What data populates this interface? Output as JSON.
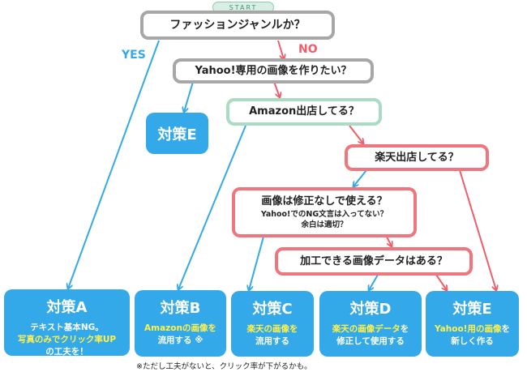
{
  "start_label": "START",
  "branch_labels": {
    "yes": "YES",
    "no": "NO"
  },
  "questions": {
    "q1": "ファッションジャンルか？",
    "q2": "Yahoo!専用の画像を作りたい？",
    "q3": "Amazon出店してる？",
    "q4": "楽天出店してる？",
    "q5": {
      "main": "画像は修正なしで使える？",
      "sub1": "Yahoo!でのNG文言は入ってない？",
      "sub2": "余白は適切？"
    },
    "q6": "加工できる画像データはある？"
  },
  "strategy_e_small": "対策E",
  "results": {
    "a": {
      "title": "対策A",
      "line1": "テキスト基本NG。",
      "line2": "写真のみでクリック率UP",
      "line3": "の工夫を！"
    },
    "b": {
      "title": "対策B",
      "line1": "Amazonの画像を",
      "line2": "流用する ※"
    },
    "c": {
      "title": "対策C",
      "line1": "楽天の画像を",
      "line2": "流用する"
    },
    "d": {
      "title": "対策D",
      "line1a": "楽天の画像データ",
      "line1b": "を",
      "line2": "修正して使用する"
    },
    "e": {
      "title": "対策E",
      "line1a": "Yahoo!用の画像",
      "line1b": "を",
      "line2": "新しく作る"
    }
  },
  "footnote": "※ただし工夫がないと、クリック率が下がるかも。",
  "colors": {
    "blue": "#33a9ea",
    "red": "#ef5d68",
    "gray_border": "#a7a7a7",
    "green_border": "#a9dcc3",
    "red_border": "#f0767e",
    "highlight": "#fff14a"
  }
}
